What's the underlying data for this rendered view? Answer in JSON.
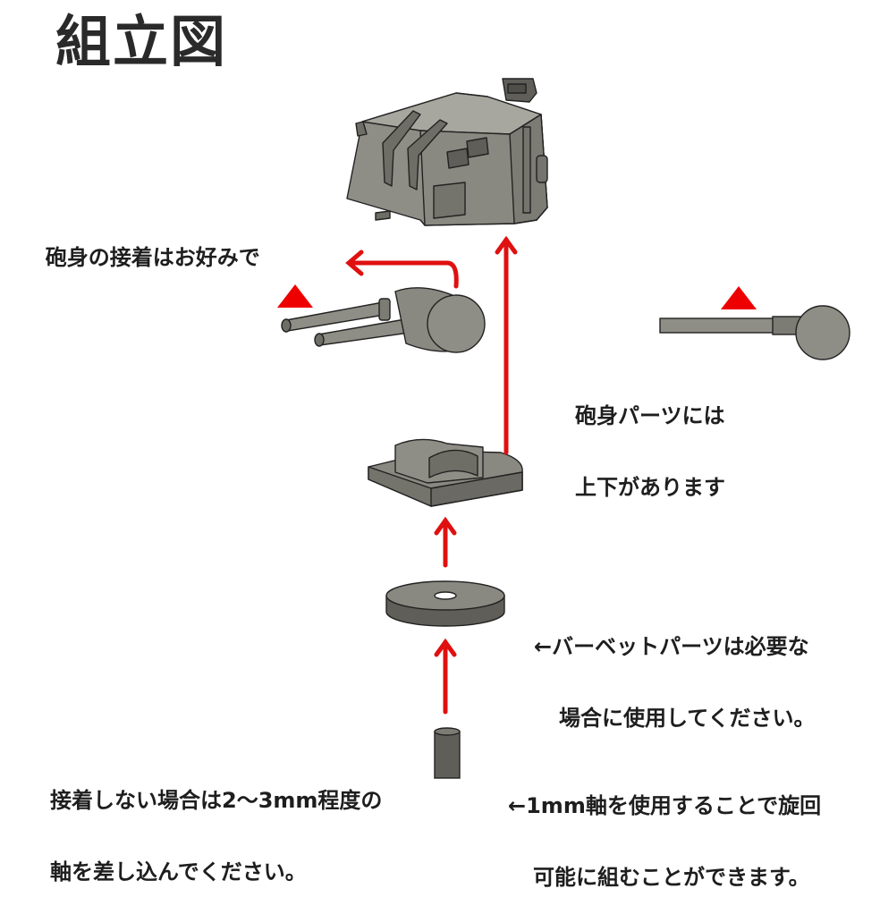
{
  "title": "組立図",
  "notes": {
    "barrel_glue": "砲身の接着はお好みで",
    "barrel_updown_line1": "砲身パーツには",
    "barrel_updown_line2": "上下があります",
    "barbette_line1": "←バーベットパーツは必要な",
    "barbette_line2": "場合に使用してください。",
    "noglue_line1": "接着しない場合は2〜3mm程度の",
    "noglue_line2": "軸を差し込んでください。",
    "axis_line1": "←1mm軸を使用することで旋回",
    "axis_line2": "可能に組むことができます。"
  },
  "colors": {
    "arrow": "#e01010",
    "marker": "#ee0000",
    "part_fill": "#8f8e86",
    "part_light": "#a7a69e",
    "part_dark": "#5f5e58",
    "edge": "#222222"
  },
  "parts": [
    "turret",
    "barrel-assembly",
    "barrel-side-view",
    "turret-base",
    "barbette-ring",
    "axis-pin"
  ]
}
